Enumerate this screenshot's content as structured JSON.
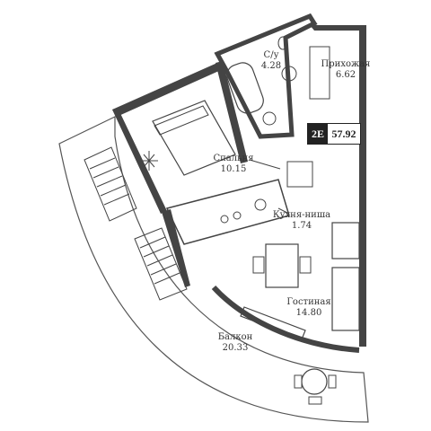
{
  "apartment": {
    "type": "2Е",
    "total_area": "57.92"
  },
  "rooms": {
    "bathroom": {
      "name": "С/у",
      "area": "4.28"
    },
    "hallway": {
      "name": "Прихожая",
      "area": "6.62"
    },
    "bedroom": {
      "name": "Спальня",
      "area": "10.15"
    },
    "kitchen": {
      "name": "Кухня-ниша",
      "area": "1.74"
    },
    "living": {
      "name": "Гостиная",
      "area": "14.80"
    },
    "balcony": {
      "name": "Балкон",
      "area": "20.33"
    }
  },
  "colors": {
    "wall": "#444444",
    "line": "#333333",
    "badge_bg": "#222222"
  }
}
